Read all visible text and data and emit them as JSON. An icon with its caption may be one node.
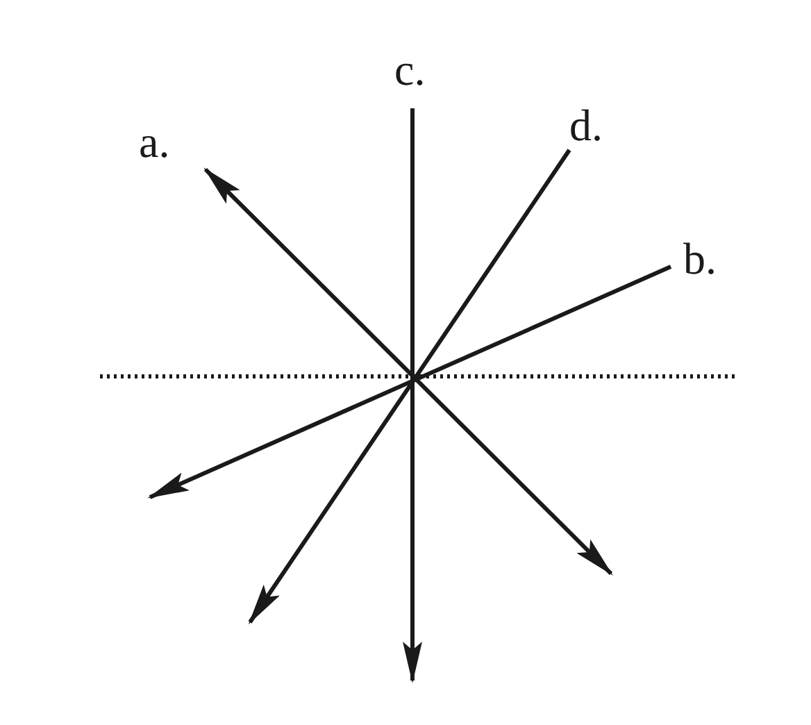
{
  "diagram": {
    "labels": [
      "c.",
      "a.",
      "d.",
      "b."
    ]
  }
}
